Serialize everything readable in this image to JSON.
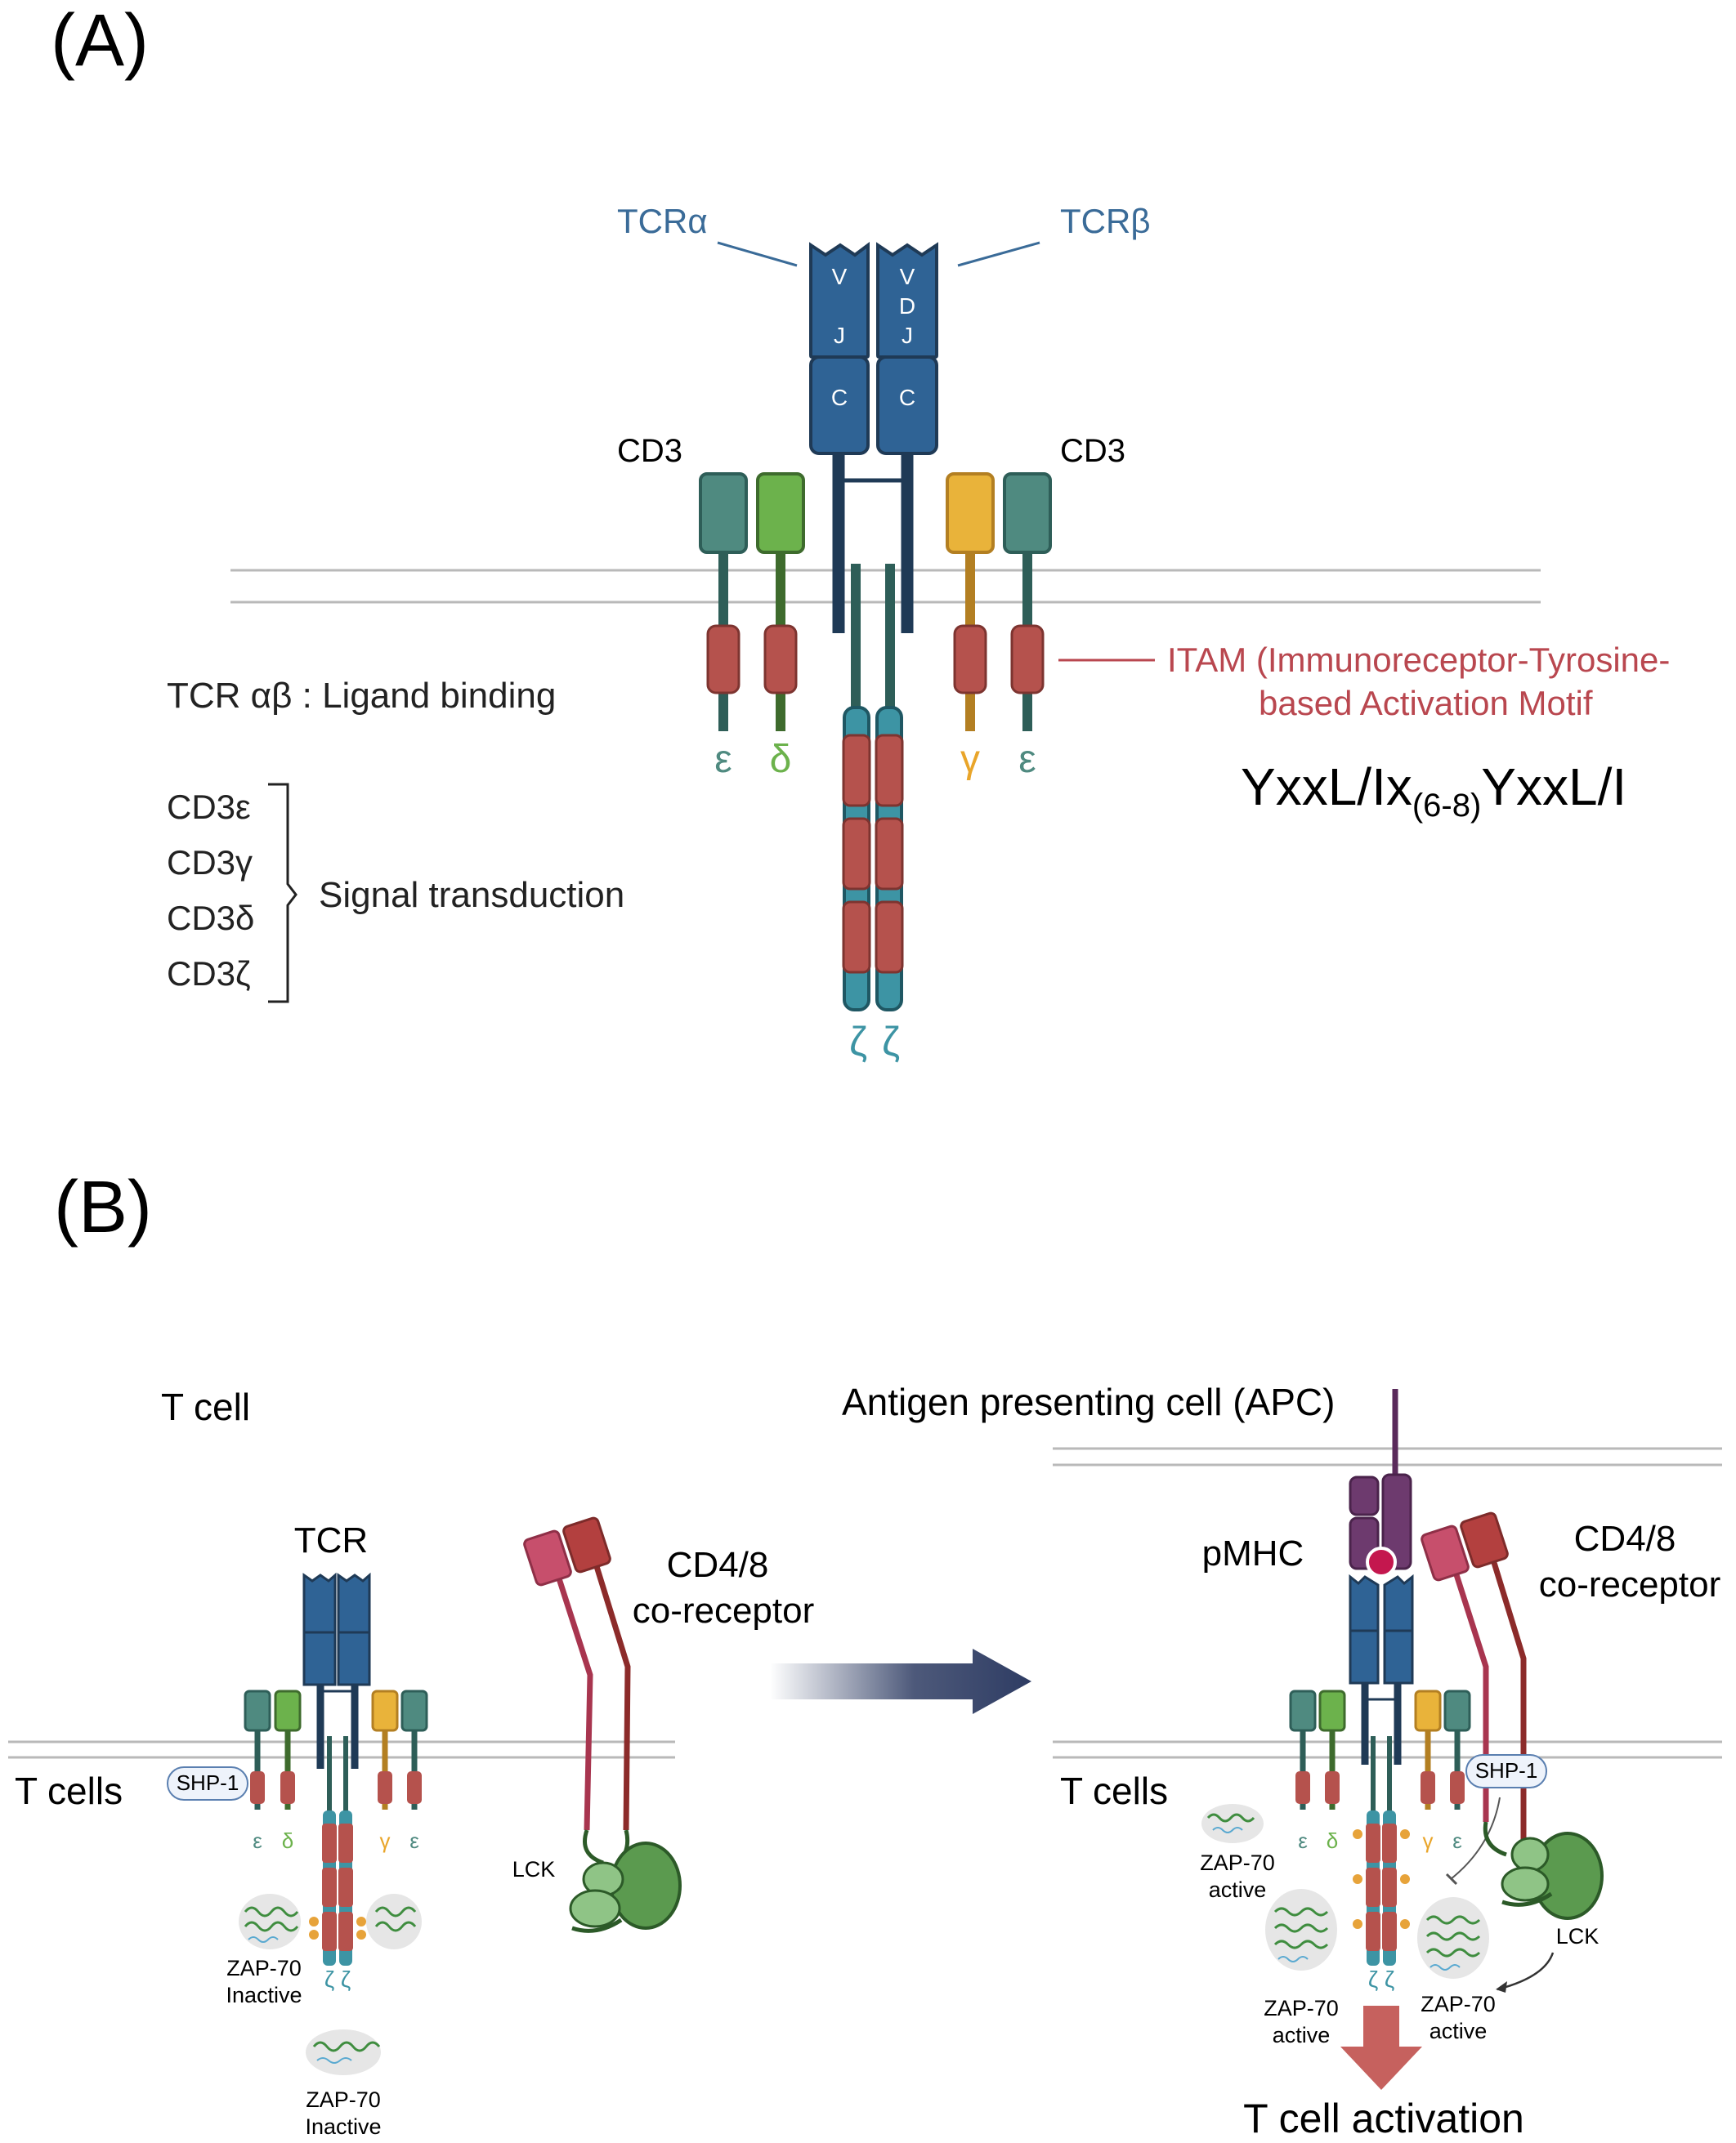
{
  "panel_a": {
    "label": "(A)",
    "tcr_alpha": "TCRα",
    "tcr_beta": "TCRβ",
    "seg_v": "V",
    "seg_j": "J",
    "seg_c": "C",
    "seg_d": "D",
    "cd3_left": "CD3",
    "cd3_right": "CD3",
    "greek_epsilon": "ε",
    "greek_delta": "δ",
    "greek_gamma": "γ",
    "greek_zeta": "ζ",
    "ligand_binding": "TCR αβ : Ligand binding",
    "cd3_list": [
      "CD3ε",
      "CD3γ",
      "CD3δ",
      "CD3ζ"
    ],
    "signal_transduction": "Signal transduction",
    "itam_line1": "ITAM (Immunoreceptor-Tyrosine-",
    "itam_line2": "based Activation Motif",
    "motif_main": "YxxL/Ix",
    "motif_sub": "(6-8)",
    "motif_end": "YxxL/I"
  },
  "panel_b": {
    "label": "(B)",
    "t_cell": "T cell",
    "apc": "Antigen presenting cell (APC)",
    "tcr": "TCR",
    "coreceptor_line1": "CD4/8",
    "coreceptor_line2": "co-receptor",
    "t_cells_left": "T cells",
    "t_cells_right": "T cells",
    "shp1": "SHP-1",
    "lck": "LCK",
    "pmhc": "pMHC",
    "zap_inactive_1": [
      "ZAP-70",
      "Inactive"
    ],
    "zap_inactive_2": [
      "ZAP-70",
      "Inactive"
    ],
    "zap_active_1": [
      "ZAP-70",
      "active"
    ],
    "zap_active_2": [
      "ZAP-70",
      "active"
    ],
    "zap_active_3": [
      "ZAP-70",
      "active"
    ],
    "activation": "T cell activation"
  },
  "colors": {
    "tcr_blue": "#2f6395",
    "tcr_dark": "#1f3a56",
    "label_blue": "#3a6b98",
    "cd3_teal": "#4f8a80",
    "cd3_green": "#6cb24c",
    "cd3_yellow": "#e9b33a",
    "itam_red": "#b5524d",
    "itam_text": "#b9474f",
    "zeta_teal": "#3d94a4",
    "mhc_purple": "#6d3a6e",
    "coreceptor_pink": "#c74f6c",
    "coreceptor_red": "#b3403f",
    "lck_green": "#5b9a4f",
    "arrow_navy": "#2e3c63",
    "activation_arrow": "#c0504d"
  }
}
